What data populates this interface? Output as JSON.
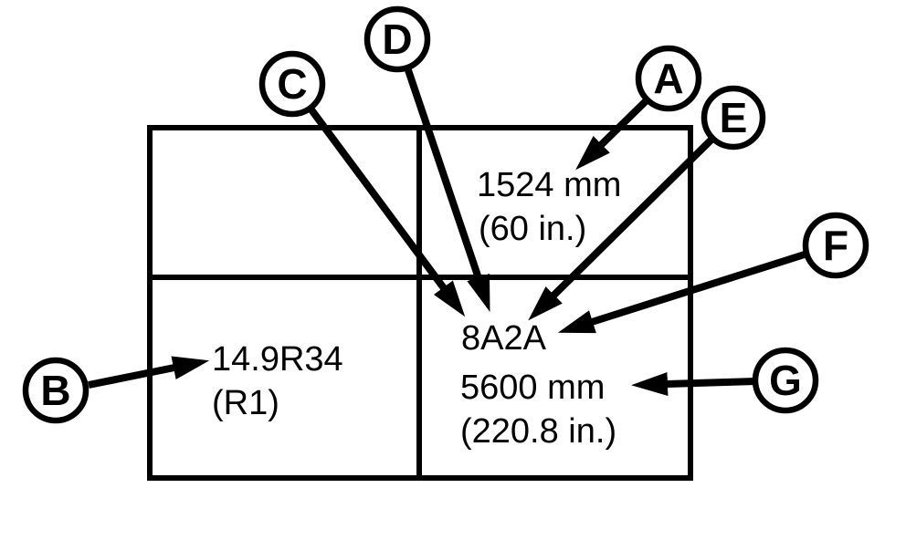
{
  "colors": {
    "ink": "#000000",
    "background": "#ffffff"
  },
  "callouts": [
    {
      "letter": "A"
    },
    {
      "letter": "B"
    },
    {
      "letter": "C"
    },
    {
      "letter": "D"
    },
    {
      "letter": "E"
    },
    {
      "letter": "F"
    },
    {
      "letter": "G"
    }
  ],
  "labels": {
    "tread_width": {
      "line1": "1524 mm",
      "line2": "(60 in.)"
    },
    "tire_size": {
      "line1": "14.9R34",
      "line2": "(R1)"
    },
    "dimension_block": {
      "line1": "8A2A",
      "line2": "5600 mm",
      "line3": "(220.8 in.)"
    }
  }
}
